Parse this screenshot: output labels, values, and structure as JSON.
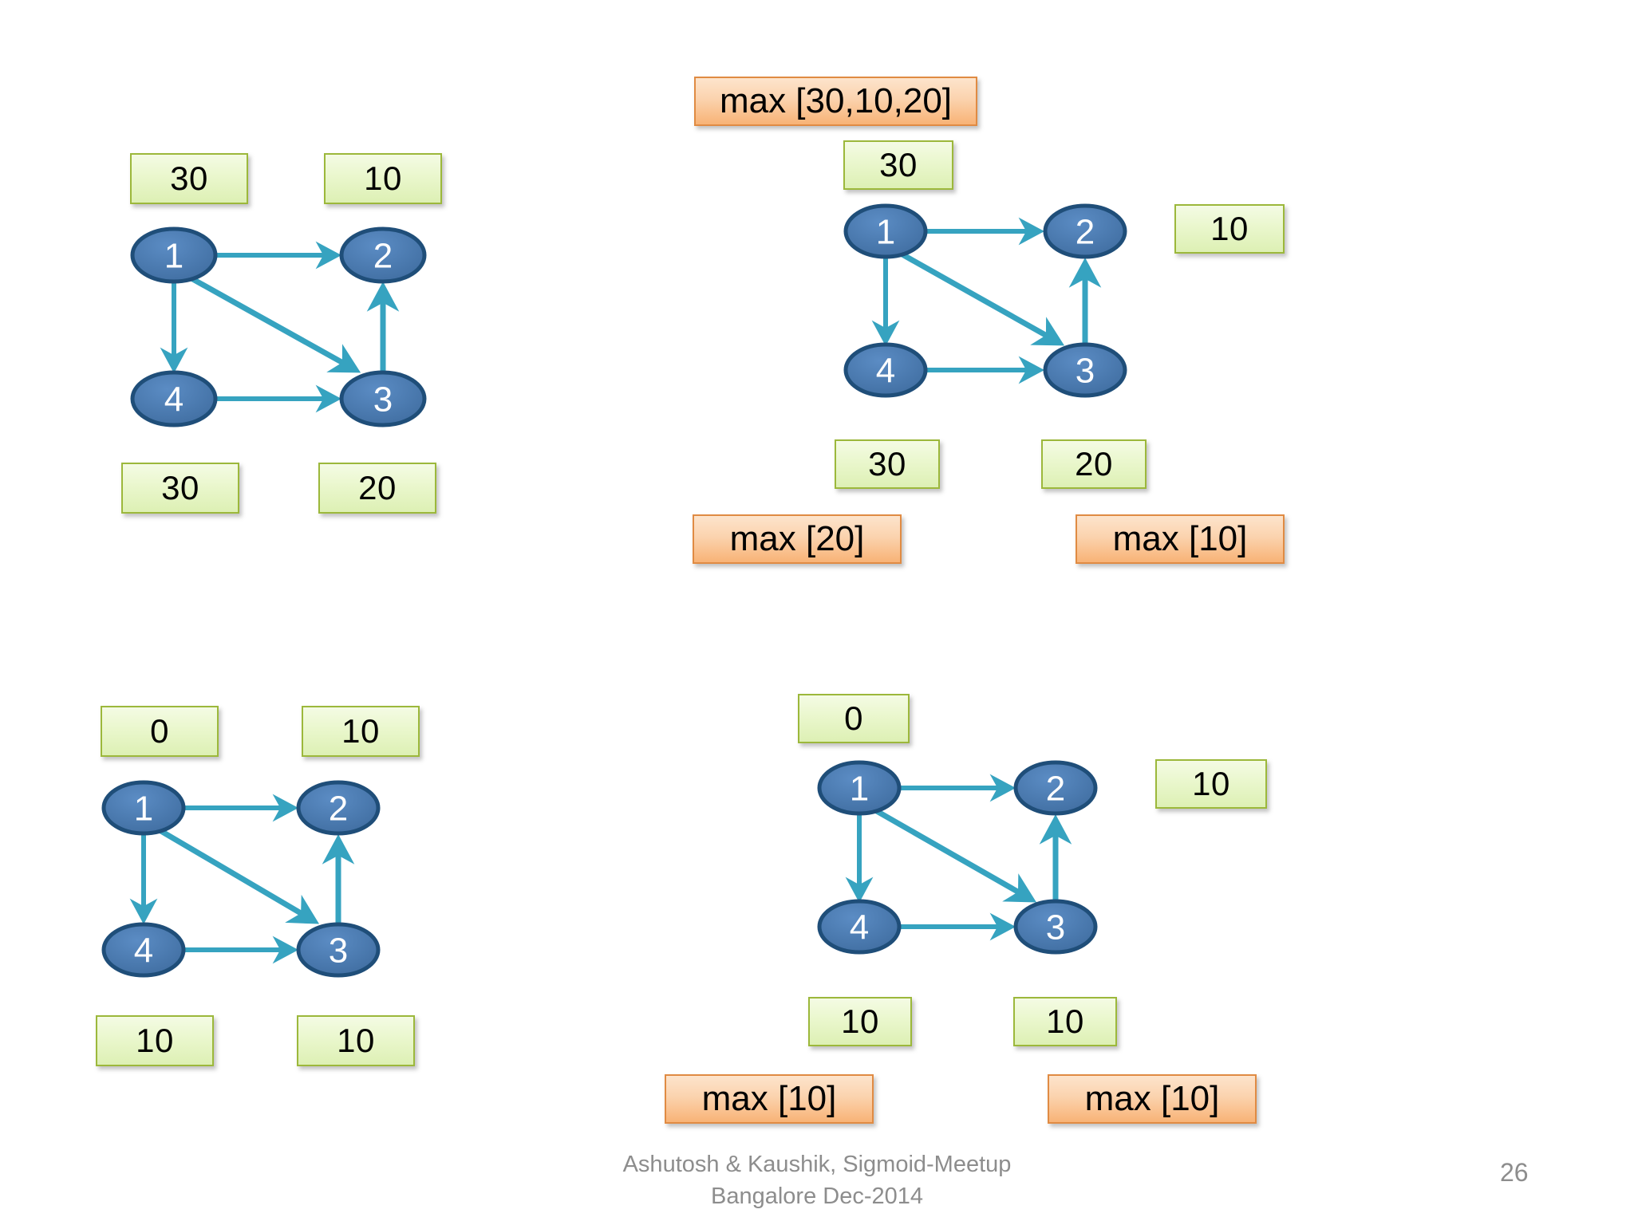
{
  "slide": {
    "page_number": "26",
    "footer_line1": "Ashutosh & Kaushik, Sigmoid-Meetup",
    "footer_line2": "Bangalore Dec-2014"
  },
  "colors": {
    "node_fill": "#4472a8",
    "node_stroke": "#1f4e79",
    "node_text": "#ffffff",
    "edge": "#36a3c0",
    "green_box_fill": "#eaf7cd",
    "green_box_border": "#9cb83b",
    "orange_box_fill": "#fbd3ae",
    "orange_box_border": "#e08b43",
    "footer_text": "#8d8d8d",
    "background": "#ffffff"
  },
  "graph_structure": {
    "nodes": [
      "1",
      "2",
      "4",
      "3"
    ],
    "edges": [
      {
        "from": "1",
        "to": "2"
      },
      {
        "from": "1",
        "to": "4"
      },
      {
        "from": "1",
        "to": "3"
      },
      {
        "from": "4",
        "to": "3"
      },
      {
        "from": "3",
        "to": "2"
      }
    ]
  },
  "panels": [
    {
      "id": "top-left",
      "node_labels": {
        "n1": "1",
        "n2": "2",
        "n4": "4",
        "n3": "3"
      },
      "value_boxes": [
        {
          "name": "value-box-node1",
          "text": "30"
        },
        {
          "name": "value-box-node2",
          "text": "10"
        },
        {
          "name": "value-box-node4",
          "text": "30"
        },
        {
          "name": "value-box-node3",
          "text": "20"
        }
      ],
      "max_boxes": []
    },
    {
      "id": "top-right",
      "node_labels": {
        "n1": "1",
        "n2": "2",
        "n4": "4",
        "n3": "3"
      },
      "value_boxes": [
        {
          "name": "value-box-node1",
          "text": "30"
        },
        {
          "name": "value-box-node2",
          "text": "10"
        },
        {
          "name": "value-box-node4",
          "text": "30"
        },
        {
          "name": "value-box-node3",
          "text": "20"
        }
      ],
      "max_boxes": [
        {
          "name": "max-box-node1",
          "text": "max [30,10,20]"
        },
        {
          "name": "max-box-node4",
          "text": "max [20]"
        },
        {
          "name": "max-box-node3",
          "text": "max [10]"
        }
      ]
    },
    {
      "id": "bottom-left",
      "node_labels": {
        "n1": "1",
        "n2": "2",
        "n4": "4",
        "n3": "3"
      },
      "value_boxes": [
        {
          "name": "value-box-node1",
          "text": "0"
        },
        {
          "name": "value-box-node2",
          "text": "10"
        },
        {
          "name": "value-box-node4",
          "text": "10"
        },
        {
          "name": "value-box-node3",
          "text": "10"
        }
      ],
      "max_boxes": []
    },
    {
      "id": "bottom-right",
      "node_labels": {
        "n1": "1",
        "n2": "2",
        "n4": "4",
        "n3": "3"
      },
      "value_boxes": [
        {
          "name": "value-box-node1",
          "text": "0"
        },
        {
          "name": "value-box-node2",
          "text": "10"
        },
        {
          "name": "value-box-node4",
          "text": "10"
        },
        {
          "name": "value-box-node3",
          "text": "10"
        }
      ],
      "max_boxes": [
        {
          "name": "max-box-node4",
          "text": "max [10]"
        },
        {
          "name": "max-box-node3",
          "text": "max [10]"
        }
      ]
    }
  ]
}
